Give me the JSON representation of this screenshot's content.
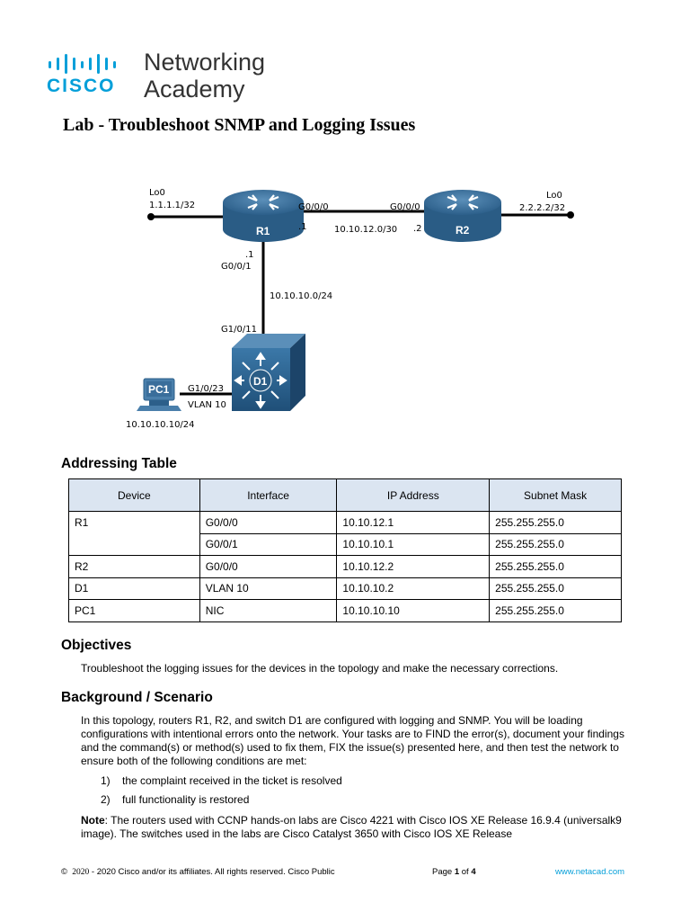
{
  "logo": {
    "brand": "CISCO",
    "line1": "Networking",
    "line2": "Academy",
    "brand_color": "#049fd9",
    "icon": "cisco-bars-icon"
  },
  "title": "Lab - Troubleshoot SNMP and Logging Issues",
  "topology": {
    "r1": {
      "name": "R1"
    },
    "r2": {
      "name": "R2"
    },
    "d1": {
      "name": "D1"
    },
    "pc1": {
      "name": "PC1"
    },
    "labels": {
      "lo0_r1": "Lo0",
      "lo0_r1_ip": "1.1.1.1/32",
      "r1_g000": "G0/0/0",
      "r1_g000_host": ".1",
      "link_r1_r2": "10.10.12.0/30",
      "r2_g000": "G0/0/0",
      "r2_g000_host": ".2",
      "lo0_r2": "Lo0",
      "lo0_r2_ip": "2.2.2.2/32",
      "r1_g001_host": ".1",
      "r1_g001": "G0/0/1",
      "link_r1_d1": "10.10.10.0/24",
      "d1_g1011": "G1/0/11",
      "d1_g1023": "G1/0/23",
      "vlan": "VLAN 10",
      "pc1_ip": "10.10.10.10/24"
    }
  },
  "addressing": {
    "heading": "Addressing Table",
    "headers": [
      "Device",
      "Interface",
      "IP Address",
      "Subnet Mask"
    ],
    "rows": [
      [
        "R1",
        "G0/0/0",
        "10.10.12.1",
        "255.255.255.0"
      ],
      [
        "",
        "G0/0/1",
        "10.10.10.1",
        "255.255.255.0"
      ],
      [
        "R2",
        "G0/0/0",
        "10.10.12.2",
        "255.255.255.0"
      ],
      [
        "D1",
        "VLAN 10",
        "10.10.10.2",
        "255.255.255.0"
      ],
      [
        "PC1",
        "NIC",
        "10.10.10.10",
        "255.255.255.0"
      ]
    ]
  },
  "objectives": {
    "heading": "Objectives",
    "text": "Troubleshoot the logging issues for the devices in the topology and make the necessary corrections."
  },
  "background": {
    "heading": "Background / Scenario",
    "text": "In this topology, routers R1, R2, and switch D1 are configured with logging and SNMP. You will be loading configurations with intentional errors onto the network. Your tasks are to FIND the error(s), document your findings and the command(s) or method(s) used to fix them, FIX the issue(s) presented here, and then test the network to ensure both of the following conditions are met:",
    "list": [
      {
        "num": "1)",
        "text": "the complaint received in the ticket is resolved"
      },
      {
        "num": "2)",
        "text": "full functionality is restored"
      }
    ],
    "note_label": "Note",
    "note_text": ": The routers used with CCNP hands-on labs are Cisco 4221 with Cisco IOS XE Release 16.9.4 (universalk9 image). The switches used in the labs are Cisco Catalyst 3650 with Cisco IOS XE Release"
  },
  "footer": {
    "copyright_symbol": "©",
    "year": "2020",
    "copyright_text": "- 2020 Cisco and/or its affiliates. All rights reserved. Cisco Public",
    "page_label": "Page ",
    "page_num": "1",
    "page_of": " of ",
    "page_total": "4",
    "link": "www.netacad.com"
  }
}
